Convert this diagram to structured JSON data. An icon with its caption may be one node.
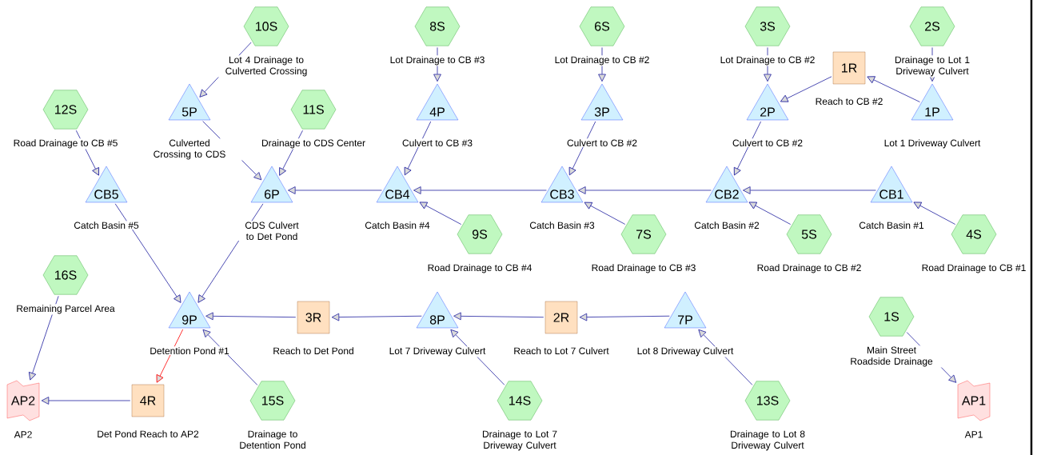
{
  "diagram": {
    "nodes": [
      {
        "text": [
          "10S"
        ],
        "beside": [
          "Lot 4 Drainage to Culverted Crossing"
        ]
      },
      {
        "text": [
          "8S"
        ],
        "beside": [
          "Lot Drainage to CB #3"
        ]
      },
      {
        "text": [
          "6S"
        ],
        "beside": [
          "Lot Drainage to CB #2"
        ]
      },
      {
        "text": [
          "3S"
        ],
        "beside": [
          "Lot Drainage to CB #2"
        ]
      },
      {
        "text": [
          "2S"
        ],
        "beside": [
          "Drainage to Lot 1 Driveway Culvert"
        ]
      },
      {
        "text": [
          "1R"
        ],
        "beside": [
          "Reach to CB #2"
        ]
      },
      {
        "text": [
          "12S"
        ],
        "beside": [
          "Road Drainage to CB #5"
        ]
      },
      {
        "text": [
          "5P"
        ],
        "beside": [
          "Culverted Crossing to CDS"
        ]
      },
      {
        "text": [
          "11S"
        ],
        "beside": [
          "Drainage to CDS Center"
        ]
      },
      {
        "text": [
          "4P"
        ],
        "beside": [
          "Culvert to CB #3"
        ]
      },
      {
        "text": [
          "3P"
        ],
        "beside": [
          "Culvert to CB #2"
        ]
      },
      {
        "text": [
          "2P"
        ],
        "beside": [
          "Culvert to CB #2"
        ]
      },
      {
        "text": [
          "1P"
        ],
        "beside": [
          "Lot 1 Driveway Culvert"
        ]
      },
      {
        "text": [
          "CB5"
        ],
        "beside": [
          "Catch Basin #5"
        ]
      },
      {
        "text": [
          "6P"
        ],
        "beside": [
          "CDS Culvert to Det Pond"
        ]
      },
      {
        "text": [
          "CB4"
        ],
        "beside": [
          "Catch Basin #4"
        ]
      },
      {
        "text": [
          "CB3"
        ],
        "beside": [
          "Catch Basin #3"
        ]
      },
      {
        "text": [
          "CB2"
        ],
        "beside": [
          "Catch Basin #2"
        ]
      },
      {
        "text": [
          "CB1"
        ],
        "beside": [
          "Catch Basin #1"
        ]
      },
      {
        "text": [
          "9S"
        ],
        "beside": [
          "Road Drainage to CB #4"
        ]
      },
      {
        "text": [
          "7S"
        ],
        "beside": [
          "Road Drainage to CB #3"
        ]
      },
      {
        "text": [
          "5S"
        ],
        "beside": [
          "Road Drainage to CB #2"
        ]
      },
      {
        "text": [
          "4S"
        ],
        "beside": [
          "Road Drainage to CB #1"
        ]
      },
      {
        "text": [
          "16S"
        ],
        "beside": [
          "Remaining Parcel Area"
        ]
      },
      {
        "text": [
          "9P"
        ],
        "beside": [
          "Detention Pond #1"
        ]
      },
      {
        "text": [
          "3R"
        ],
        "beside": [
          "Reach to Det Pond"
        ]
      },
      {
        "text": [
          "8P"
        ],
        "beside": [
          "Lot 7 Driveway Culvert"
        ]
      },
      {
        "text": [
          "2R"
        ],
        "beside": [
          "Reach to Lot 7 Culvert"
        ]
      },
      {
        "text": [
          "7P"
        ],
        "beside": [
          "Lot 8 Driveway Culvert"
        ]
      },
      {
        "text": [
          "1S"
        ],
        "beside": [
          "Main Street Roadside Drainage"
        ]
      },
      {
        "text": [
          "AP2"
        ],
        "beside": [
          "AP2"
        ]
      },
      {
        "text": [
          "4R"
        ],
        "beside": [
          "Det Pond Reach to AP2"
        ]
      },
      {
        "text": [
          "15S"
        ],
        "beside": [
          "Drainage to Detention Pond"
        ]
      },
      {
        "text": [
          "14S"
        ],
        "beside": [
          "Drainage to Lot 7 Driveway Culvert"
        ]
      },
      {
        "text": [
          "13S"
        ],
        "beside": [
          "Drainage to Lot 8 Driveway Culvert"
        ]
      },
      {
        "text": [
          "AP1"
        ],
        "beside": [
          "AP1"
        ]
      }
    ],
    "edges": [
      {
        "from": 0,
        "to": 7,
        "arrow": "to"
      },
      {
        "from": 1,
        "to": 9,
        "arrow": "to"
      },
      {
        "from": 2,
        "to": 10,
        "arrow": "to"
      },
      {
        "from": 3,
        "to": 11,
        "arrow": "to"
      },
      {
        "from": 4,
        "to": 12,
        "arrow": "to"
      },
      {
        "from": 12,
        "to": 5,
        "arrow": "to"
      },
      {
        "from": 5,
        "to": 11,
        "arrow": "to"
      },
      {
        "from": 6,
        "to": 13,
        "arrow": "to"
      },
      {
        "from": 7,
        "to": 14,
        "arrow": "to"
      },
      {
        "from": 8,
        "to": 14,
        "arrow": "to"
      },
      {
        "from": 9,
        "to": 15,
        "arrow": "to"
      },
      {
        "from": 10,
        "to": 16,
        "arrow": "to"
      },
      {
        "from": 11,
        "to": 17,
        "arrow": "to"
      },
      {
        "from": 15,
        "to": 14,
        "arrow": "to"
      },
      {
        "from": 16,
        "to": 15,
        "arrow": "to"
      },
      {
        "from": 17,
        "to": 16,
        "arrow": "to"
      },
      {
        "from": 18,
        "to": 17,
        "arrow": "to"
      },
      {
        "from": 19,
        "to": 15,
        "arrow": "to"
      },
      {
        "from": 20,
        "to": 16,
        "arrow": "to"
      },
      {
        "from": 21,
        "to": 17,
        "arrow": "to"
      },
      {
        "from": 22,
        "to": 18,
        "arrow": "to"
      },
      {
        "from": 13,
        "to": 24,
        "arrow": "to"
      },
      {
        "from": 14,
        "to": 24,
        "arrow": "to"
      },
      {
        "from": 23,
        "to": 30,
        "arrow": "to"
      },
      {
        "from": 25,
        "to": 24,
        "arrow": "to"
      },
      {
        "from": 26,
        "to": 25,
        "arrow": "to"
      },
      {
        "from": 27,
        "to": 26,
        "arrow": "to"
      },
      {
        "from": 28,
        "to": 27,
        "arrow": "to"
      },
      {
        "from": 24,
        "to": 31,
        "arrow": "to",
        "color": "#ff0000"
      },
      {
        "from": 31,
        "to": 30,
        "arrow": "to"
      },
      {
        "from": 32,
        "to": 24,
        "arrow": "to"
      },
      {
        "from": 33,
        "to": 26,
        "arrow": "to"
      },
      {
        "from": 34,
        "to": 28,
        "arrow": "to"
      },
      {
        "from": 29,
        "to": 35,
        "arrow": "to"
      }
    ]
  }
}
